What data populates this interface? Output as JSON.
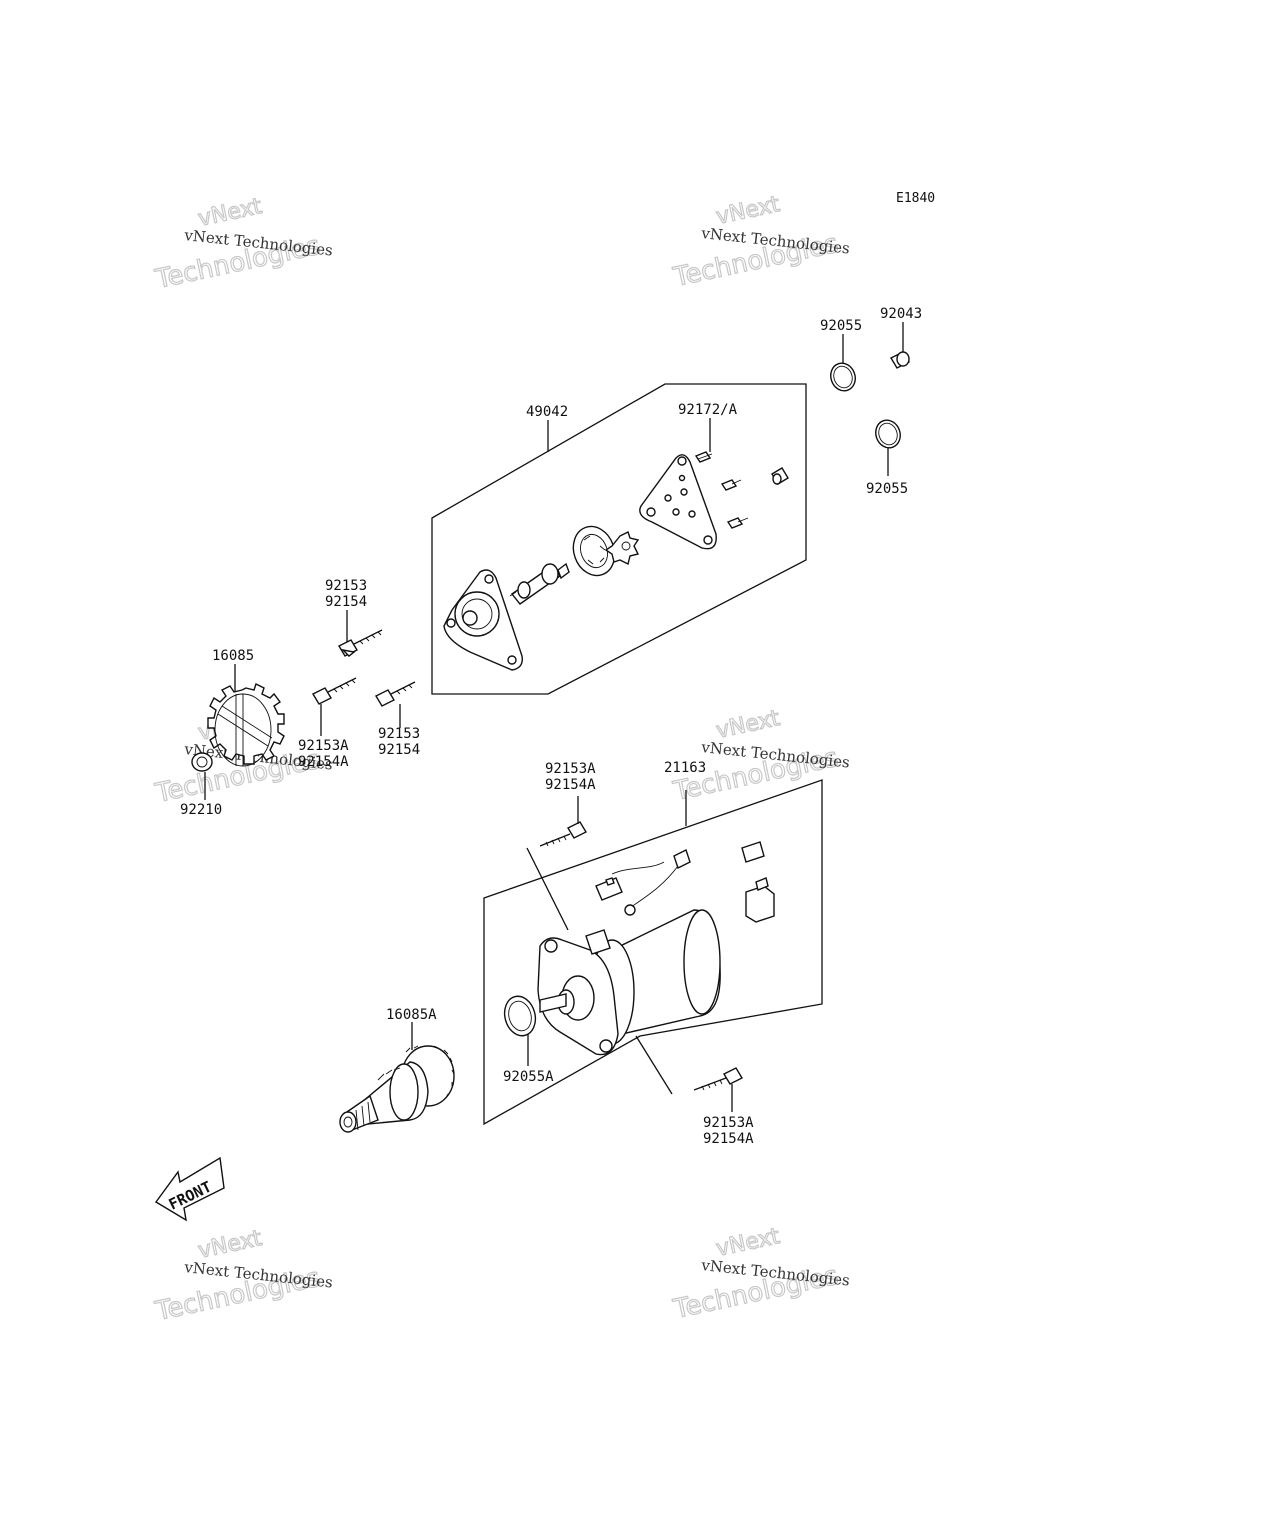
{
  "diagram_code": "E1840",
  "front_label": "FRONT",
  "watermark": {
    "line1": "vNext Technologies",
    "line2": "vNext",
    "line3": "Technologies"
  },
  "parts": {
    "p92055_top": "92055",
    "p92043": "92043",
    "p49042": "49042",
    "p92172A": "92172/A",
    "p92055_mid": "92055",
    "p92153_a": "92153",
    "p92154_a": "92154",
    "p16085": "16085",
    "p92153A_a": "92153A",
    "p92154A_a": "92154A",
    "p92153_b": "92153",
    "p92154_b": "92154",
    "p92210": "92210",
    "p92153A_b": "92153A",
    "p92154A_b": "92154A",
    "p21163": "21163",
    "p16085A": "16085A",
    "p92055A": "92055A",
    "p92153A_c": "92153A",
    "p92154A_c": "92154A"
  },
  "colors": {
    "ink": "#111111",
    "watermark": "#c8c8c8"
  }
}
